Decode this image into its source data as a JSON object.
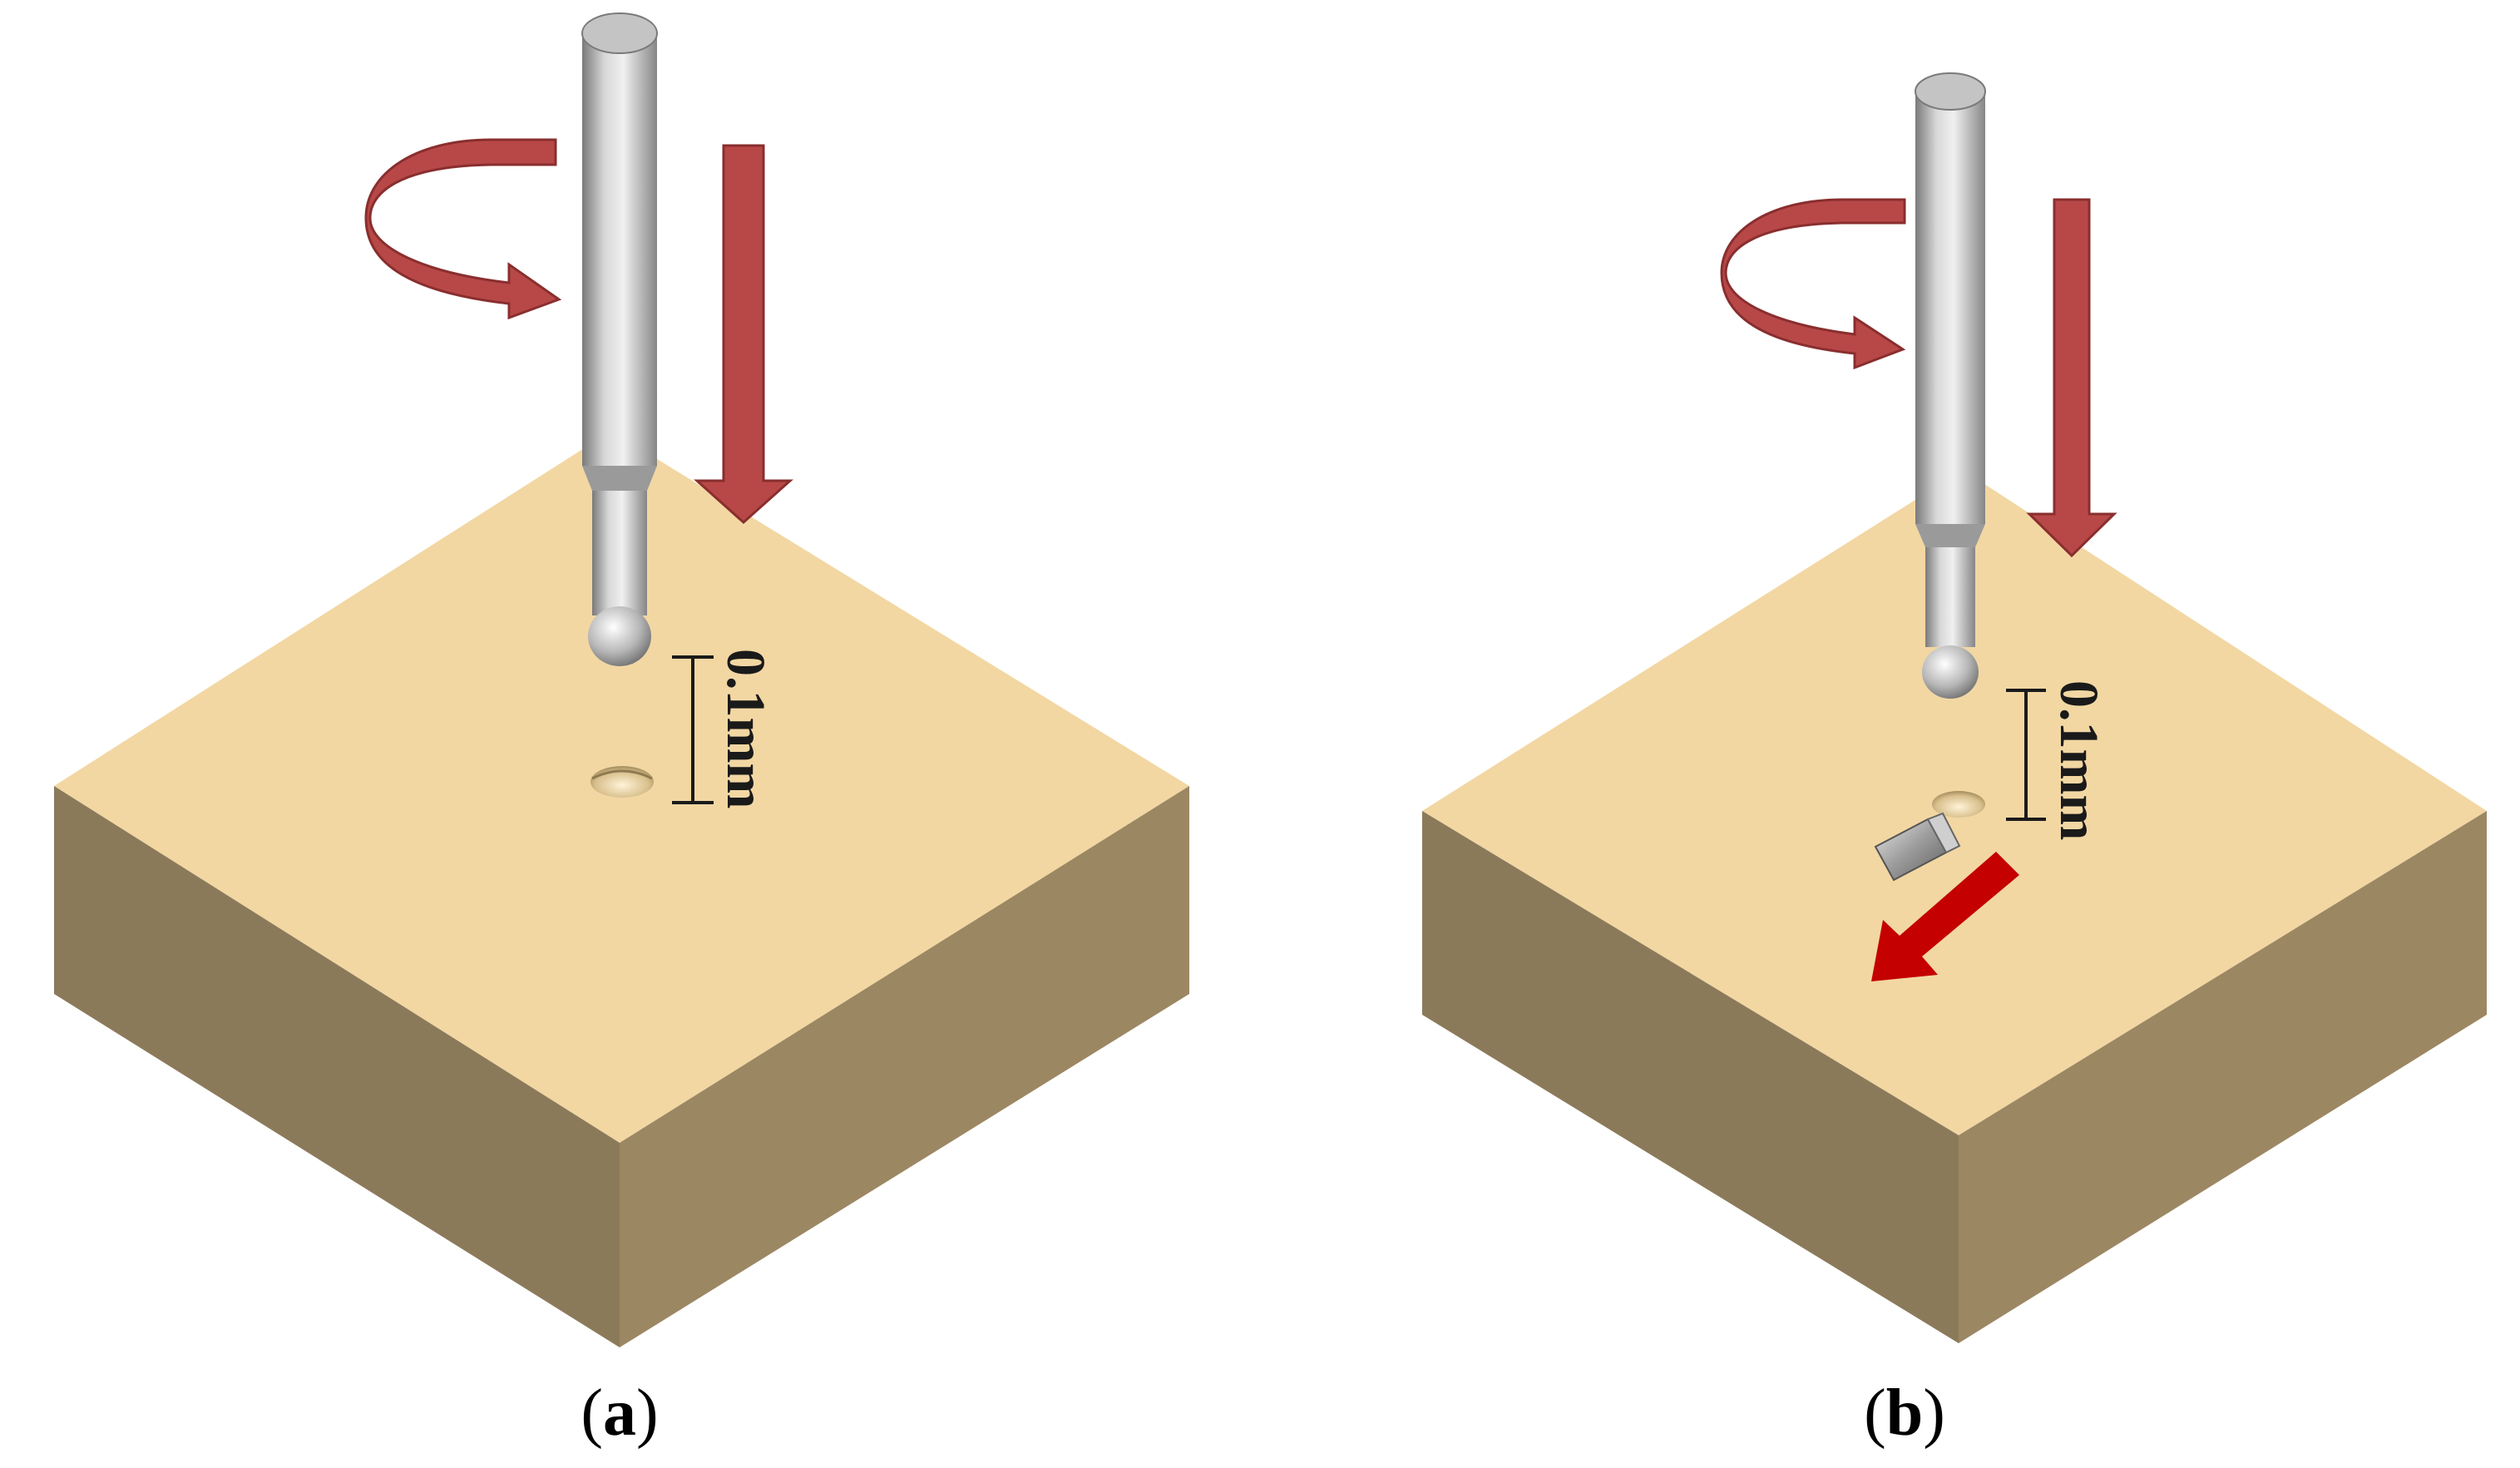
{
  "panels": [
    {
      "id": "a",
      "caption_open": "(",
      "caption_letter": "a",
      "caption_close": ")",
      "dimension_label": "0.1mm",
      "shows_chip": false
    },
    {
      "id": "b",
      "caption_open": "(",
      "caption_letter": "b",
      "caption_close": ")",
      "dimension_label": "0.1mm",
      "shows_chip": true
    }
  ],
  "colors": {
    "block_top": "#f2d7a3",
    "block_left": "#8b7a5a",
    "block_right": "#9c8763",
    "motion_arrow": "#b84848",
    "chip_arrow": "#c40000",
    "tool": "#a9a9a9",
    "dimension_line": "#1a1a1a"
  }
}
